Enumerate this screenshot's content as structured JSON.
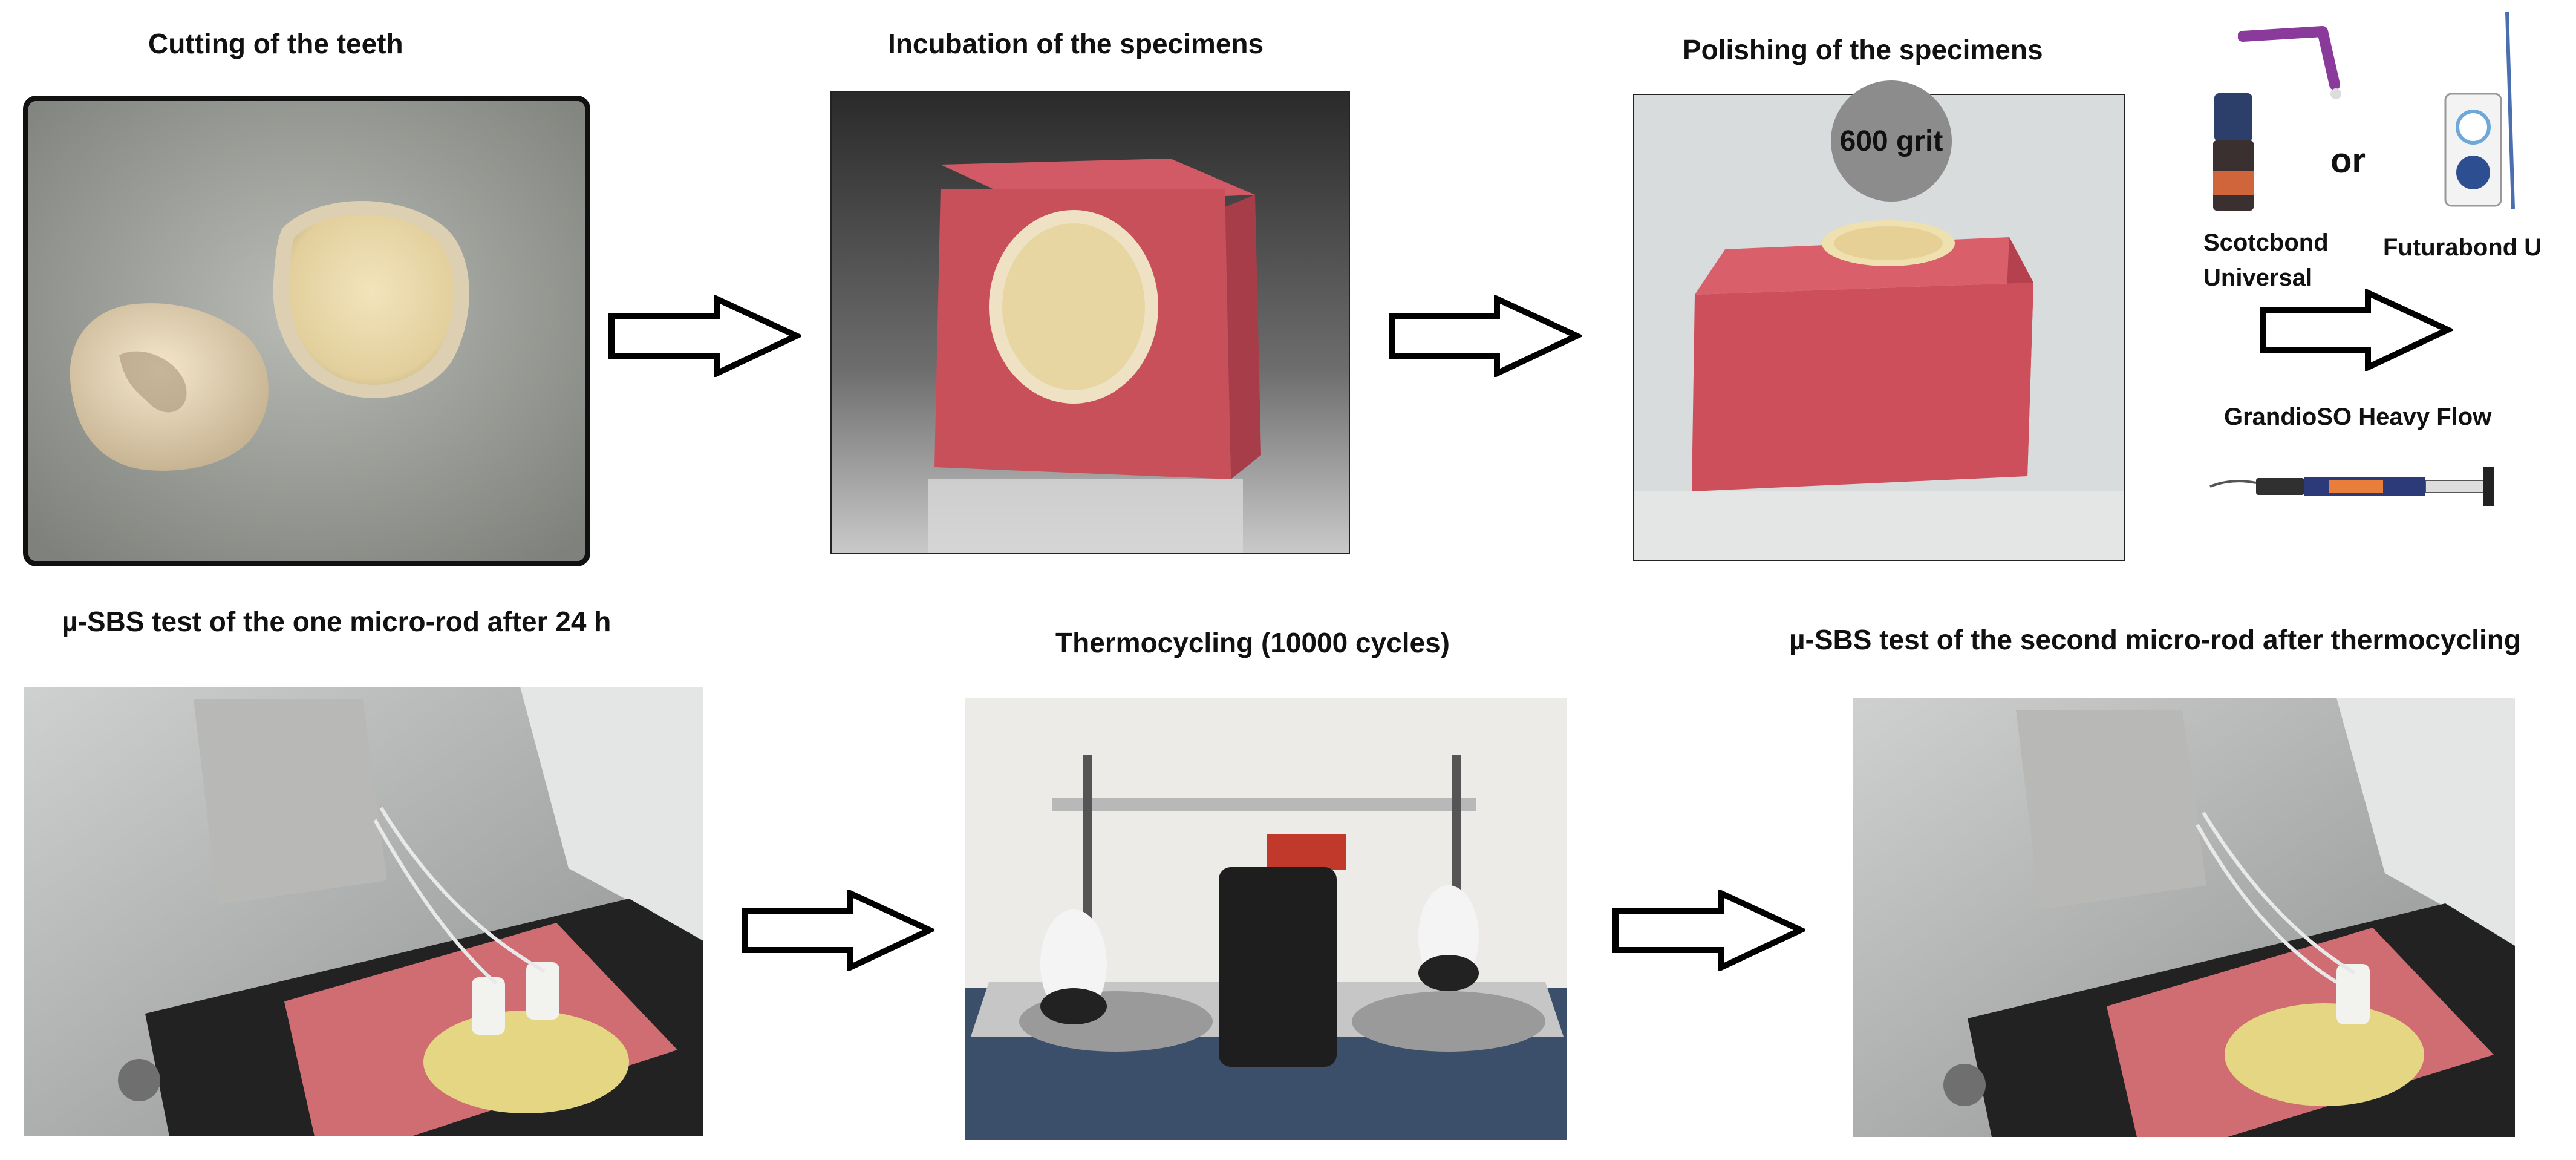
{
  "steps": {
    "cutting": "Cutting of the teeth",
    "incubation": "Incubation of the specimens",
    "polishing": "Polishing of the specimens",
    "sbs_24h": "µ-SBS test of the one micro-rod after 24 h",
    "thermocycling": "Thermocycling (10000 cycles)",
    "sbs_tc": "µ-SBS test of the second micro-rod after thermocycling"
  },
  "polishing_badge": "600 grit",
  "materials": {
    "bond_1": "Scotcbond\nUniversal",
    "connector": "or",
    "bond_2": "Futurabond U",
    "composite": "GrandioSO Heavy Flow"
  },
  "colors": {
    "resin_block": "#c8505a",
    "tooth": "#e8dab0",
    "arrow_fill": "#ffffff",
    "arrow_stroke": "#000000"
  }
}
